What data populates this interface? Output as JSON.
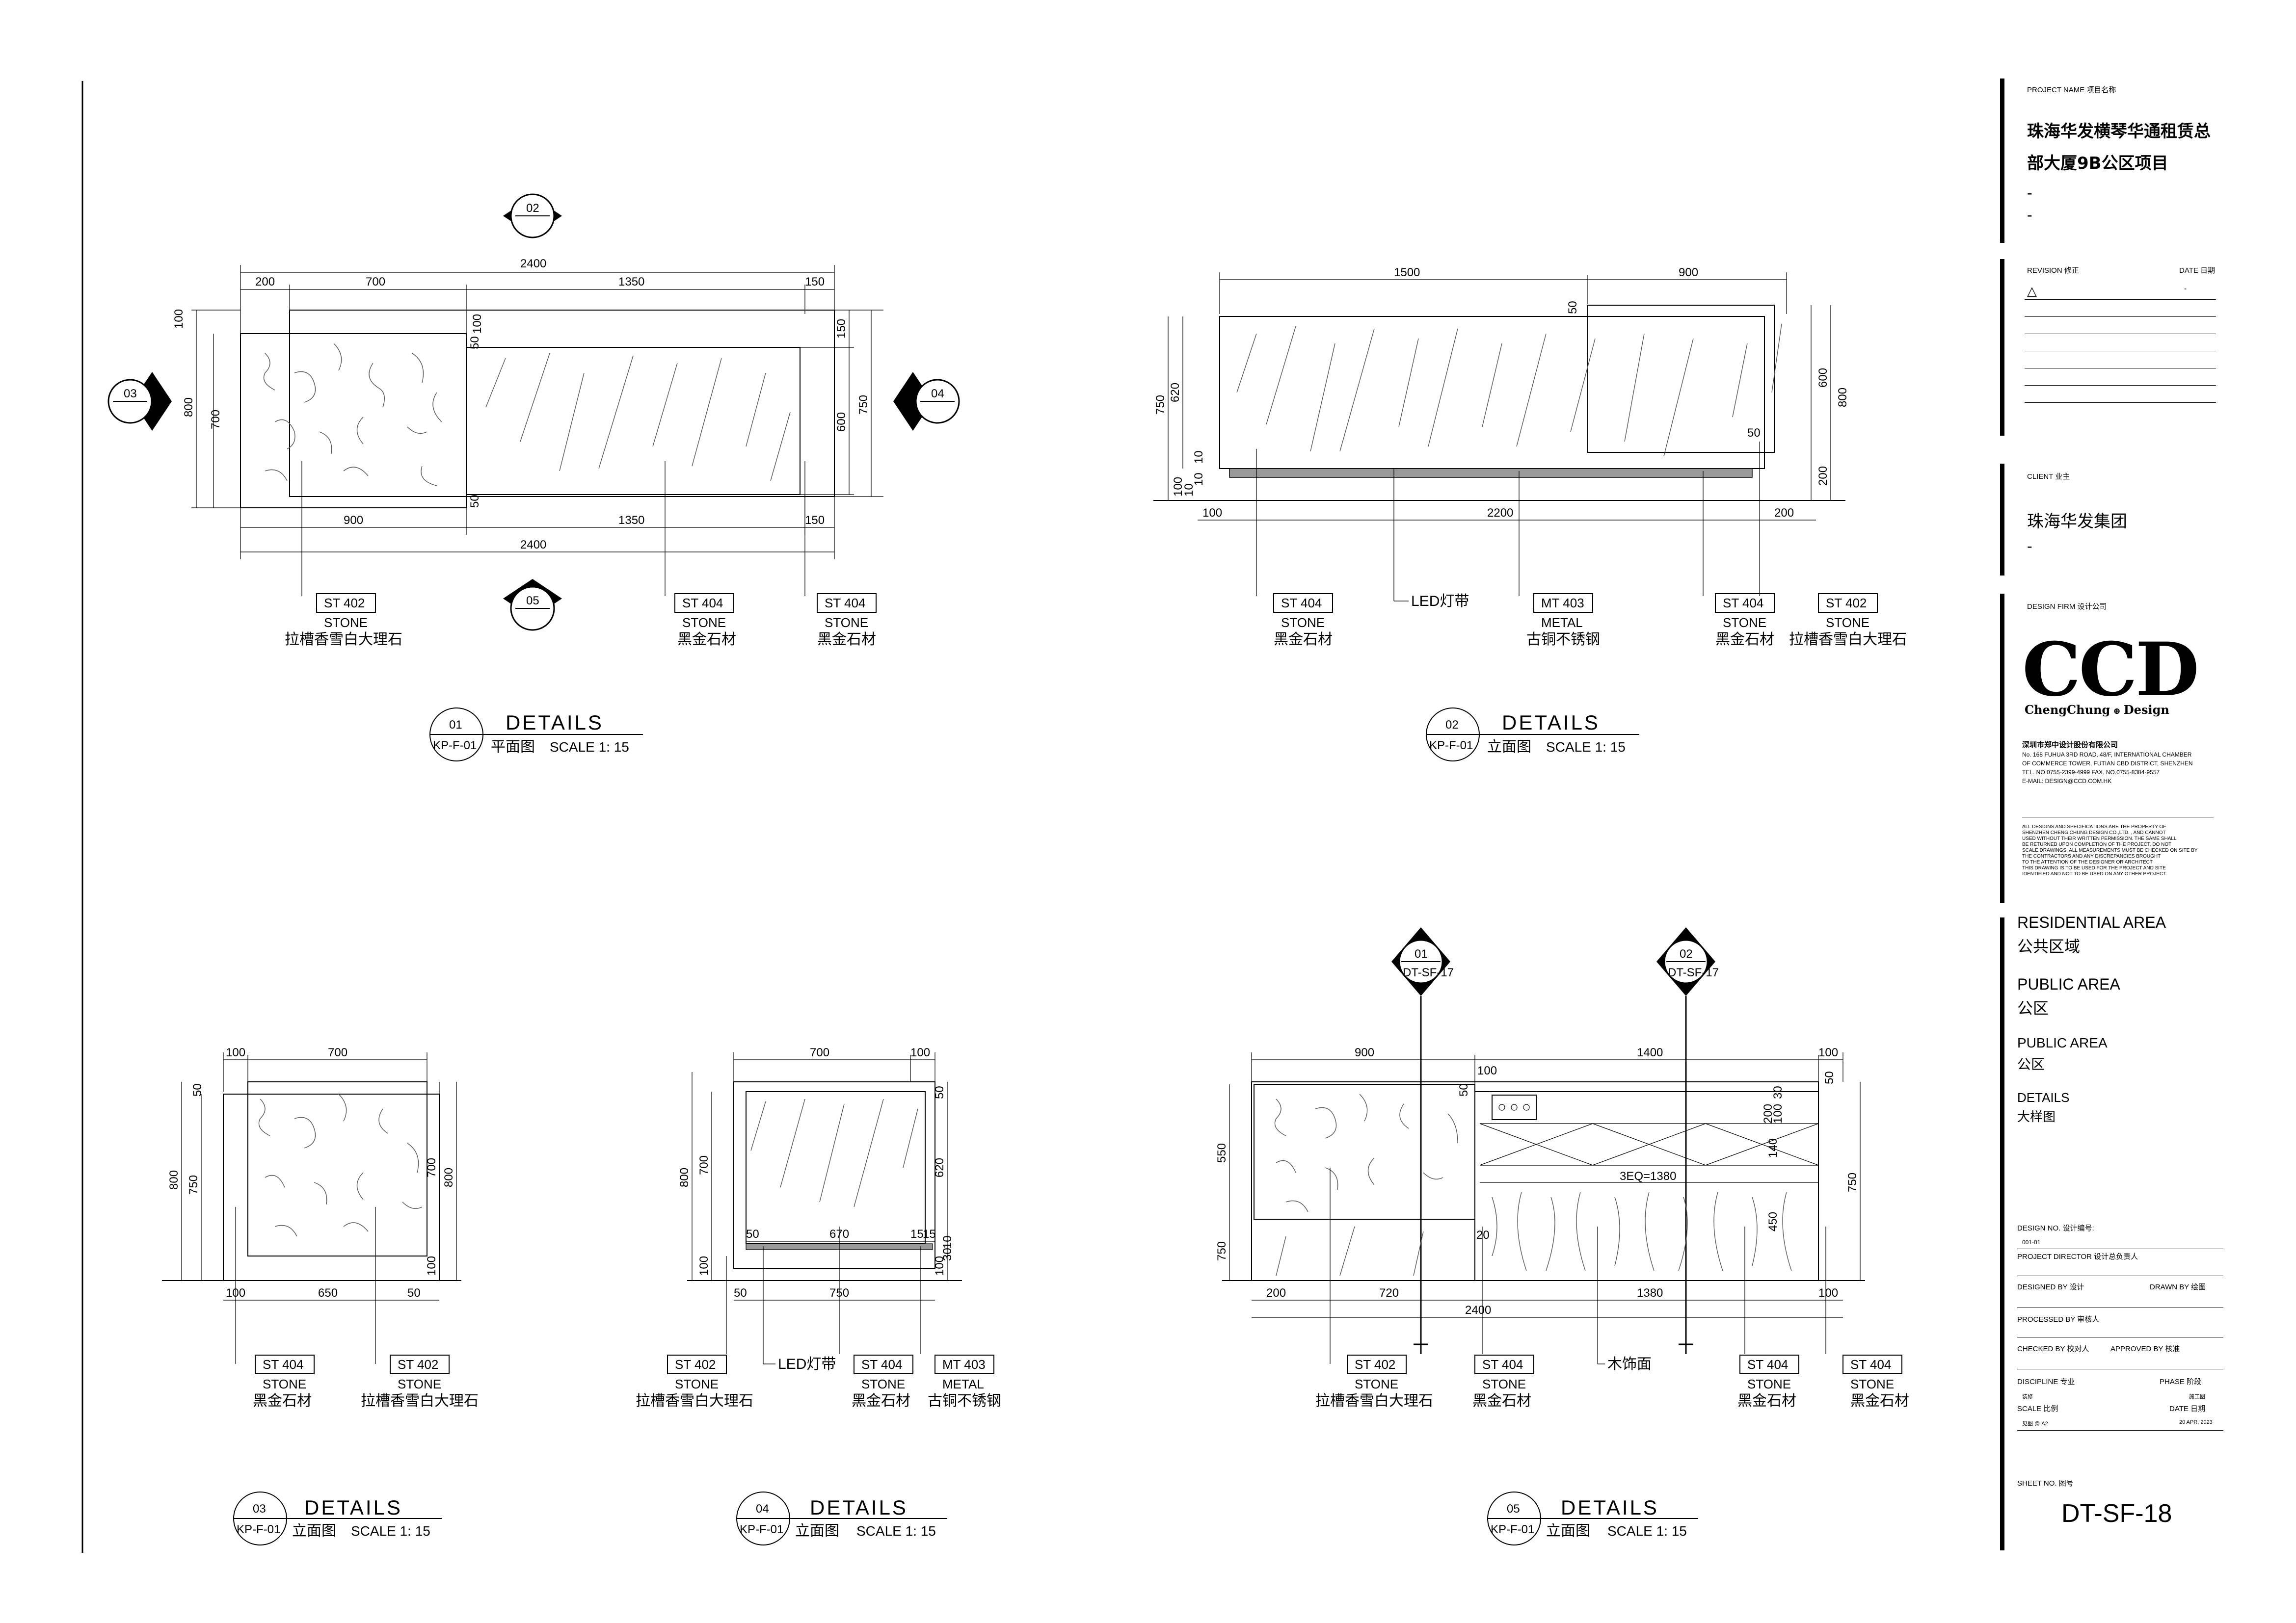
{
  "details": [
    {
      "number": "01",
      "ref": "KP-F-01",
      "title": "DETAILS",
      "view": "平面图",
      "scale": "SCALE  1: 15",
      "dims_top": [
        "2400",
        "200",
        "700",
        "1350",
        "150"
      ],
      "dims_bottom": [
        "900",
        "1350",
        "150",
        "2400"
      ],
      "dims_left": [
        "100",
        "800",
        "700"
      ],
      "dims_inner": [
        "100",
        "50",
        "50"
      ],
      "dims_right": [
        "150",
        "750",
        "600"
      ],
      "section_marks": [
        "02",
        "03",
        "04",
        "05"
      ],
      "tags": [
        {
          "code": "ST 402",
          "type": "STONE",
          "name": "拉槽香雪白大理石"
        },
        {
          "code": "ST 404",
          "type": "STONE",
          "name": "黑金石材"
        },
        {
          "code": "ST 404",
          "type": "STONE",
          "name": "黑金石材"
        }
      ]
    },
    {
      "number": "02",
      "ref": "KP-F-01",
      "title": "DETAILS",
      "view": "立面图",
      "scale": "SCALE  1: 15",
      "dims_top": [
        "1500",
        "900"
      ],
      "dims_left": [
        "750",
        "620",
        "10",
        "10",
        "100",
        "10"
      ],
      "dims_right": [
        "50",
        "600",
        "800",
        "50",
        "200"
      ],
      "dims_bottom": [
        "100",
        "2200",
        "200"
      ],
      "led_label": "LED灯带",
      "tags": [
        {
          "code": "ST 404",
          "type": "STONE",
          "name": "黑金石材"
        },
        {
          "code": "MT 403",
          "type": "METAL",
          "name": "古铜不锈钢"
        },
        {
          "code": "ST 404",
          "type": "STONE",
          "name": "黑金石材"
        },
        {
          "code": "ST 402",
          "type": "STONE",
          "name": "拉槽香雪白大理石"
        }
      ]
    },
    {
      "number": "03",
      "ref": "KP-F-01",
      "title": "DETAILS",
      "view": "立面图",
      "scale": "SCALE  1: 15",
      "dims_top": [
        "100",
        "700"
      ],
      "dims_left": [
        "50",
        "800",
        "750"
      ],
      "dims_right": [
        "700",
        "800",
        "100"
      ],
      "dims_bottom": [
        "100",
        "650",
        "50"
      ],
      "tags": [
        {
          "code": "ST 404",
          "type": "STONE",
          "name": "黑金石材"
        },
        {
          "code": "ST 402",
          "type": "STONE",
          "name": "拉槽香雪白大理石"
        }
      ]
    },
    {
      "number": "04",
      "ref": "KP-F-01",
      "title": "DETAILS",
      "view": "立面图",
      "scale": "SCALE  1: 15",
      "dims_top": [
        "700",
        "100"
      ],
      "dims_left": [
        "800",
        "700",
        "100"
      ],
      "dims_right": [
        "50",
        "620",
        "100",
        "30",
        "10"
      ],
      "dims_inner": [
        "50",
        "670",
        "15",
        "15"
      ],
      "dims_bottom": [
        "50",
        "750"
      ],
      "led_label": "LED灯带",
      "tags": [
        {
          "code": "ST 402",
          "type": "STONE",
          "name": "拉槽香雪白大理石"
        },
        {
          "code": "ST 404",
          "type": "STONE",
          "name": "黑金石材"
        },
        {
          "code": "MT 403",
          "type": "METAL",
          "name": "古铜不锈钢"
        }
      ]
    },
    {
      "number": "05",
      "ref": "KP-F-01",
      "title": "DETAILS",
      "view": "立面图",
      "scale": "SCALE  1: 15",
      "dims_top": [
        "900",
        "1400",
        "100"
      ],
      "dims_inner": [
        "100",
        "50",
        "3EQ=1380",
        "20",
        "30",
        "200",
        "100",
        "140",
        "450"
      ],
      "dims_left": [
        "550",
        "750"
      ],
      "dims_right": [
        "50",
        "750"
      ],
      "dims_bottom": [
        "200",
        "720",
        "1380",
        "100",
        "2400"
      ],
      "callouts": [
        {
          "number": "01",
          "ref": "DT-SF-17"
        },
        {
          "number": "02",
          "ref": "DT-SF-17"
        }
      ],
      "wood_label": "木饰面",
      "tags": [
        {
          "code": "ST 402",
          "type": "STONE",
          "name": "拉槽香雪白大理石"
        },
        {
          "code": "ST 404",
          "type": "STONE",
          "name": "黑金石材"
        },
        {
          "code": "ST 404",
          "type": "STONE",
          "name": "黑金石材"
        },
        {
          "code": "ST 404",
          "type": "STONE",
          "name": "黑金石材"
        }
      ]
    }
  ],
  "title_block": {
    "project_name_label": "PROJECT NAME 项目名称",
    "project_name_1": "珠海华发横琴华通租赁总",
    "project_name_2": "部大厦9B公区项目",
    "dash1": "-",
    "dash2": "-",
    "revision_label": "REVISION 修正",
    "date_label": "DATE 日期",
    "revision_date": "-",
    "client_label": "CLIENT 业主",
    "client": "珠海华发集团",
    "client_dash": "-",
    "design_firm_label": "DESIGN FIRM 设计公司",
    "logo": "CCD",
    "logo_sub": "ChengChung",
    "logo_sub2": "Design",
    "firm_cn": "深圳市郑中设计股份有限公司",
    "firm_addr1": "No. 168 FUHUA 3RD ROAD, 48/F, INTERNATIONAL CHAMBER",
    "firm_addr2": "OF COMMERCE TOWER, FUTIAN CBD DISTRICT, SHENZHEN",
    "firm_tel": "TEL. NO.0755-2399-4999   FAX. NO.0755-8384-9557",
    "firm_email": "E-MAIL: DESIGN@CCD.COM.HK",
    "notice1": "ALL DESIGNS AND SPECIFICATIONS ARE THE PROPERTY OF",
    "notice2": "SHENZHEN CHENG CHUNG DESIGN CO.,LTD. , AND CANNOT",
    "notice3": "USED WITHOUT THEIR WRITTEN PERMISSION. THE SAME SHALL",
    "notice4": "BE RETURNED UPON COMPLETION OF THE PROJECT. DO NOT",
    "notice5": "SCALE DRAWINGS. ALL MEASUREMENTS MUST BE CHECKED ON SITE BY",
    "notice6": "THE CONTRACTORS AND ANY DISCREPANCIES BROUGHT",
    "notice7": "TO THE ATTENTION OF THE DESIGNER OR ARCHITECT",
    "notice8": "THIS DRAWING IS TO BE USED FOR THE PROJECT AND SITE",
    "notice9": "IDENTIFIED AND NOT TO BE USED ON ANY OTHER PROJECT.",
    "area1_en": "RESIDENTIAL AREA",
    "area1_cn": "公共区域",
    "area2_en": "PUBLIC AREA",
    "area2_cn": "公区",
    "area3_en": "PUBLIC AREA",
    "area3_cn": "公区",
    "details_en": "DETAILS",
    "details_cn": "大样图",
    "design_no_label": "DESIGN NO.  设计编号:",
    "design_no": "001-01",
    "project_director_label": "PROJECT DIRECTOR   设计总负责人",
    "designed_by_label": "DESIGNED BY  设计",
    "drawn_by_label": "DRAWN BY   绘图",
    "processed_by_label": "PROCESSED BY 审核人",
    "checked_by_label": "CHECKED BY   校对人",
    "approved_by_label": "APPROVED BY   核准",
    "discipline_label": "DISCIPLINE   专业",
    "phase_label": "PHASE   阶段",
    "discipline": "装修",
    "phase": "施工图",
    "scale_label": "SCALE   比例",
    "date_label2": "DATE   日期",
    "scale": "见图 @ A2",
    "date": "20 APR, 2023",
    "sheet_no_label": "SHEET NO.   图号",
    "sheet_no": "DT-SF-18"
  }
}
